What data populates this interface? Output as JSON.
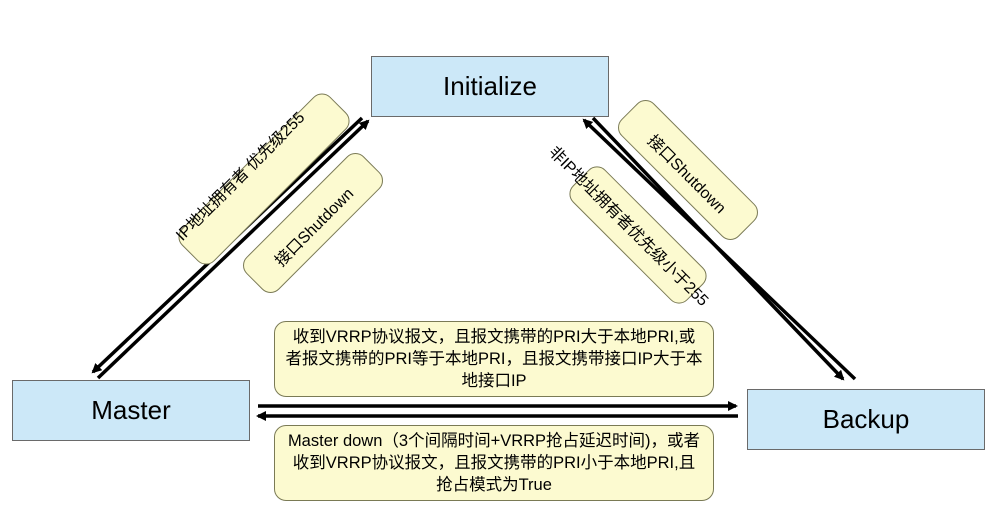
{
  "states": {
    "initialize": "Initialize",
    "master": "Master",
    "backup": "Backup"
  },
  "transitions": {
    "master_to_initialize_a": "IP地址拥有者 优先级255",
    "initialize_to_master_b": "接口Shutdown",
    "backup_to_initialize": "接口Shutdown",
    "initialize_to_backup": "非IP地址拥有者优先级小于255",
    "master_to_backup": "收到VRRP协议报文，且报文携带的PRI大于本地PRI,或者报文携带的PRI等于本地PRI，且报文携带接口IP大于本地接口IP",
    "backup_to_master": "Master down（3个间隔时间+VRRP抢占延迟时间)，或者收到VRRP协议报文，且报文携带的PRI小于本地PRI,且抢占模式为True"
  },
  "colors": {
    "state_fill": "#cce8f8",
    "note_fill": "#fcfad0",
    "arrow": "#000000"
  }
}
